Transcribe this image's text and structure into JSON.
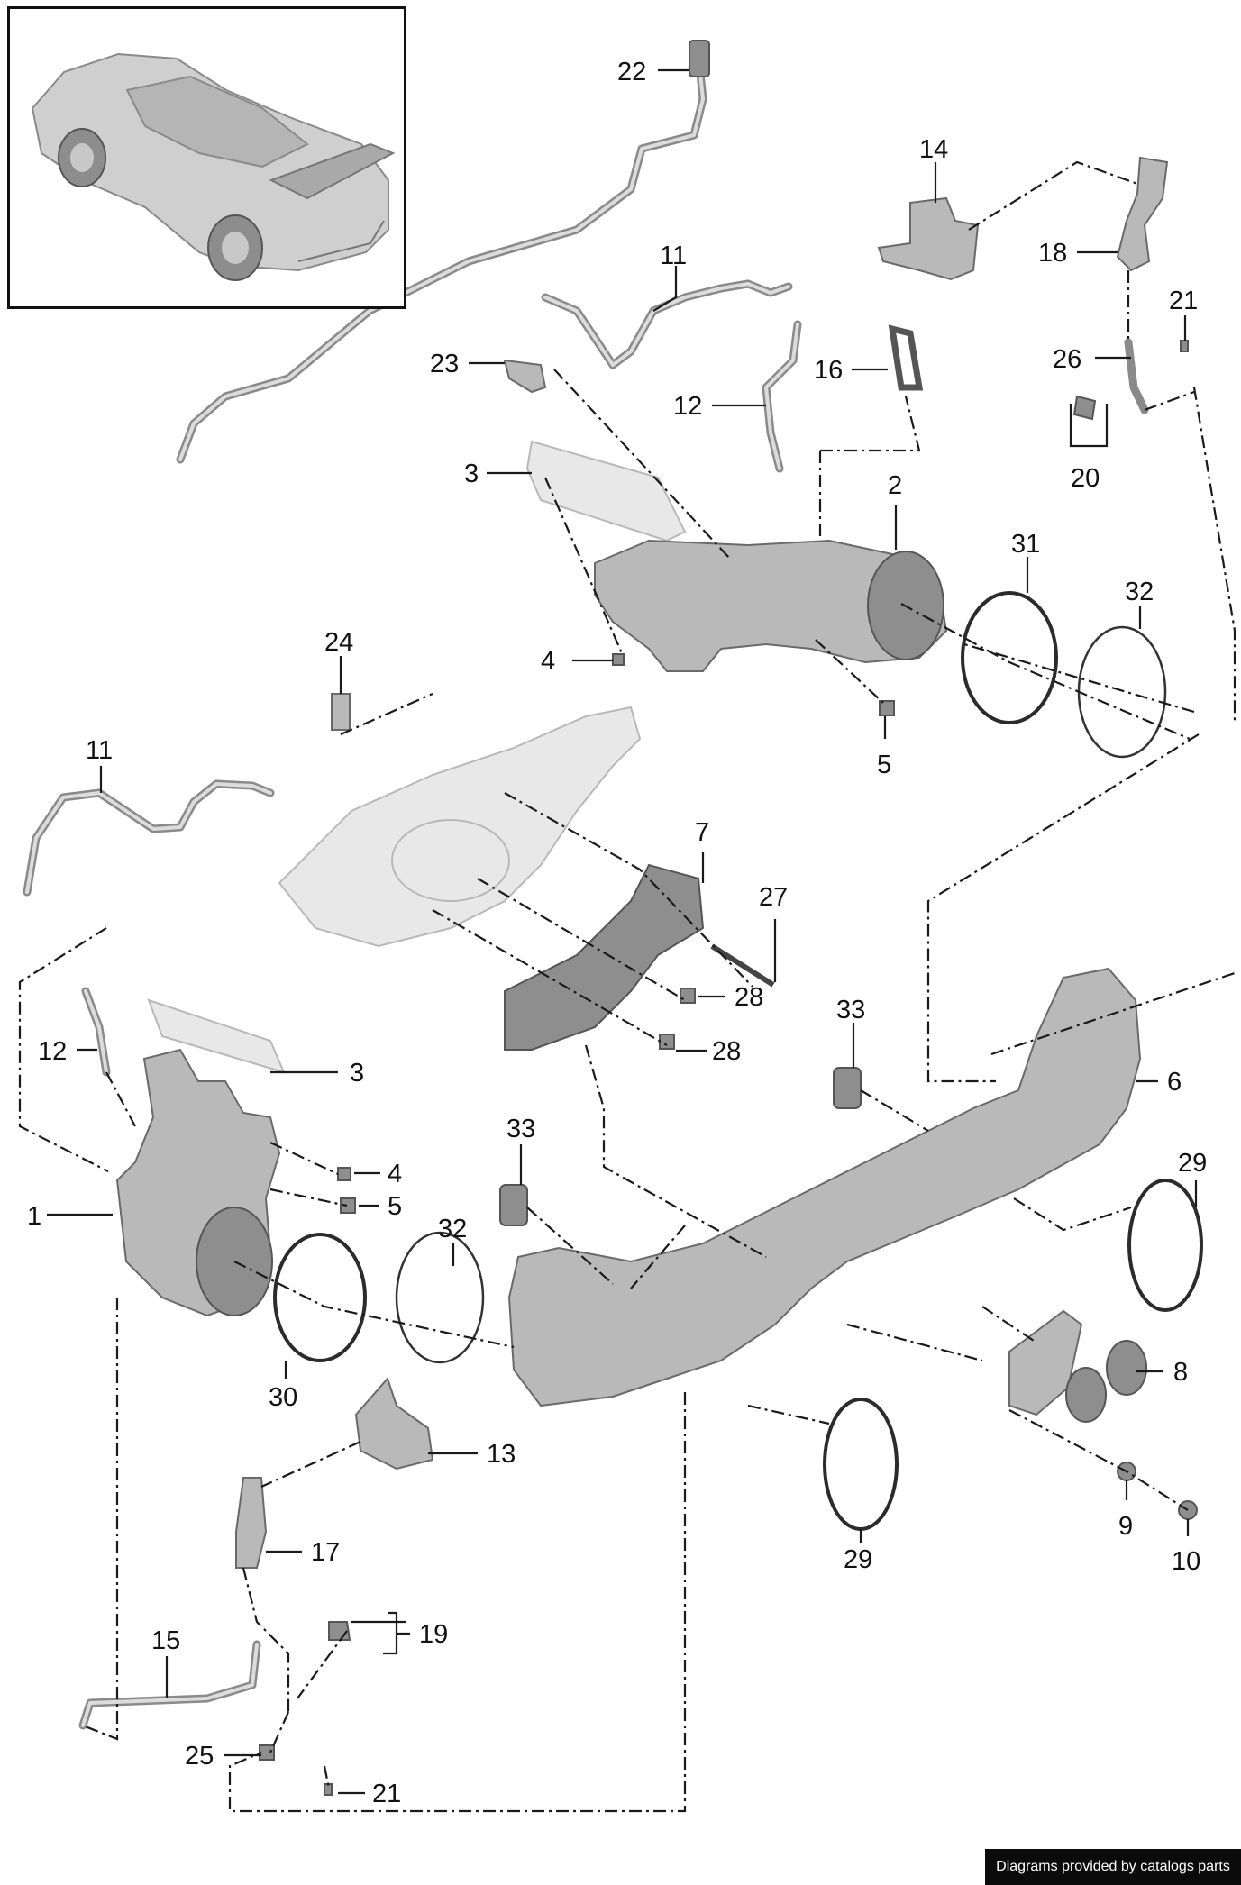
{
  "credit": "Diagrams provided by catalogs parts",
  "callouts": [
    {
      "id": "c22",
      "label": "22"
    },
    {
      "id": "c14",
      "label": "14"
    },
    {
      "id": "c18",
      "label": "18"
    },
    {
      "id": "c21a",
      "label": "21"
    },
    {
      "id": "c11a",
      "label": "11"
    },
    {
      "id": "c23",
      "label": "23"
    },
    {
      "id": "c26",
      "label": "26"
    },
    {
      "id": "c16",
      "label": "16"
    },
    {
      "id": "c12a",
      "label": "12"
    },
    {
      "id": "c20",
      "label": "20"
    },
    {
      "id": "c3a",
      "label": "3"
    },
    {
      "id": "c2",
      "label": "2"
    },
    {
      "id": "c31",
      "label": "31"
    },
    {
      "id": "c32a",
      "label": "32"
    },
    {
      "id": "c4a",
      "label": "4"
    },
    {
      "id": "c24",
      "label": "24"
    },
    {
      "id": "c5a",
      "label": "5"
    },
    {
      "id": "c11b",
      "label": "11"
    },
    {
      "id": "c7",
      "label": "7"
    },
    {
      "id": "c27",
      "label": "27"
    },
    {
      "id": "c28a",
      "label": "28"
    },
    {
      "id": "c33a",
      "label": "33"
    },
    {
      "id": "c12b",
      "label": "12"
    },
    {
      "id": "c28b",
      "label": "28"
    },
    {
      "id": "c3b",
      "label": "3"
    },
    {
      "id": "c6",
      "label": "6"
    },
    {
      "id": "c33b",
      "label": "33"
    },
    {
      "id": "c29a",
      "label": "29"
    },
    {
      "id": "c4b",
      "label": "4"
    },
    {
      "id": "c1",
      "label": "1"
    },
    {
      "id": "c5b",
      "label": "5"
    },
    {
      "id": "c32b",
      "label": "32"
    },
    {
      "id": "c8",
      "label": "8"
    },
    {
      "id": "c30",
      "label": "30"
    },
    {
      "id": "c13",
      "label": "13"
    },
    {
      "id": "c9",
      "label": "9"
    },
    {
      "id": "c10",
      "label": "10"
    },
    {
      "id": "c17",
      "label": "17"
    },
    {
      "id": "c29b",
      "label": "29"
    },
    {
      "id": "c15",
      "label": "15"
    },
    {
      "id": "c19",
      "label": "19"
    },
    {
      "id": "c25",
      "label": "25"
    },
    {
      "id": "c21b",
      "label": "21"
    }
  ]
}
